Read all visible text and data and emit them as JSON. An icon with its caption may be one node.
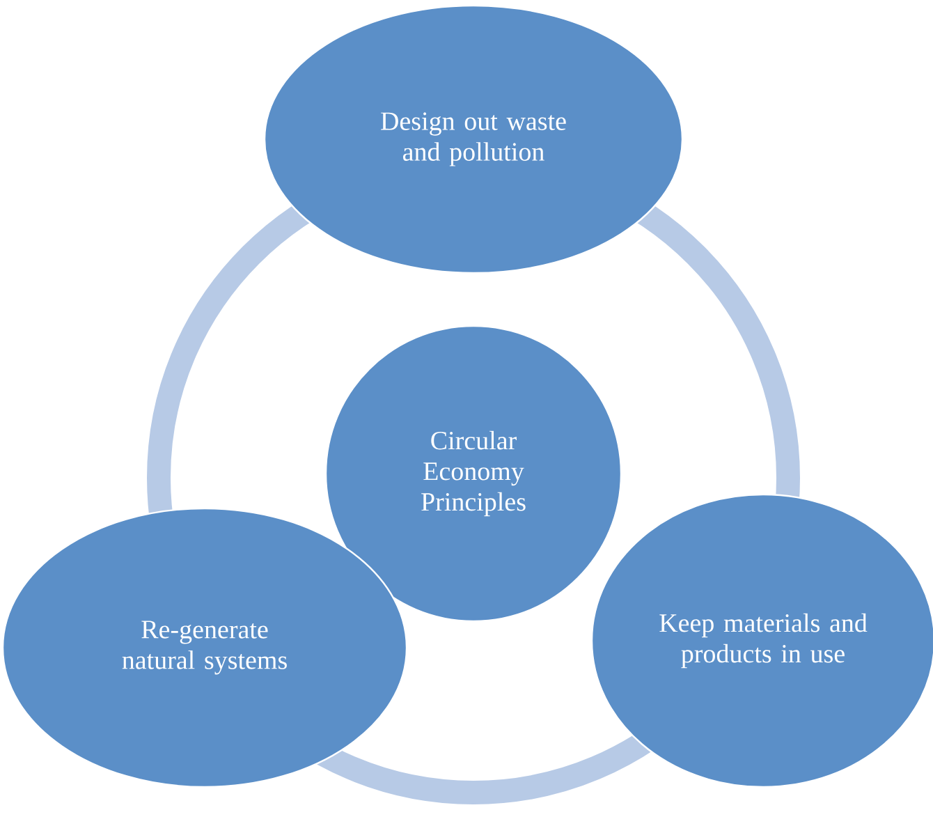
{
  "diagram": {
    "nodes": [
      {
        "text": [
          "Design out waste and pollution"
        ]
      },
      {
        "text": [
          "Circular Economy Principles"
        ]
      },
      {
        "text": [
          "Re-generate natural systems"
        ]
      },
      {
        "text": [
          "Keep materials and products in use"
        ]
      }
    ]
  }
}
